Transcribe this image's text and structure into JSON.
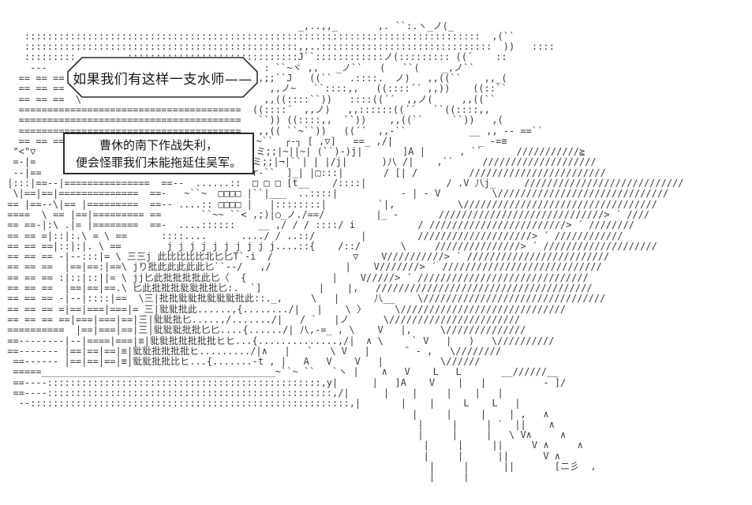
{
  "scene": {
    "bubble1": {
      "text": "如果我们有这样一支水师——"
    },
    "bubble2": {
      "line1": "曹休的南下作战失利，",
      "line2": "便会怪罪我们未能拖延住吴军。"
    }
  },
  "colors": {
    "background": "#ffffff",
    "ink": "#3a3a3a",
    "bubble_border": "#2b2b2b",
    "bubble_text": "#141414"
  },
  "ascii_art": {
    "lines": [
      "",
      "",
      "                                                    _,..,,_       ,. ``:.ヽ_ノ(_",
      "    ::::::::::::::::::::::::::::::::::::::::::::::::::::::::::::::::::::::::::::::::  ,(``",
      "    ::::::::::::::::::::::::::::::::::::::::::::::::,,..::::::::::::::::::::::::::::::  ))   ::::",
      "    :::::::::_________::::::::::::::::::::::::::::::J``::::::::::::ノ(::::::::: ((´    ::",
      "     ---                                    . : ``~ヾ ,,   _ノ``   (   ``(    _,ノ``",
      "   == == ==  |                              ,,;;``J   ((``   .::::.  ノ)   ,,((``    ,,_(",
      "   == == ==                               r``  ,,ノ~   ``::::,,   ((::::´´ ,,))    ((::``",
      "   == == ==  \\                            ´   ,,((::::``))   ::::((´´  ,,ノ(     ,,((``",
      "   =======================================  ((::::´  ,,ノ)   ,,::::::((´´   ``((::::,,",
      "   =======================================   ``)) ((::::,,  ``))    ,,((``     ``))   ,(",
      "   =======================================   ,,(( ``~``))   ((´´  ,,-``           __ ,, -- ==``",
      "   == == ==                                ミ~``  ┌‐┐ [ ,▽]   ==_ ,/|               _ -=≡",
      "  \"<\"▽                                     ミミ;;|~||~| (``)‐)j|       ]A |      , ``      ///////////≧",
      "  =-|=                                      ミ;;|¬|``| | |/j|      )八 /|    ,``     ////////////////////",
      "  --|==                                     r-``  ]_| |□:::|       / [| /         ////////////////////////",
      " |:::|==--|===============  ==--  ......::  □ □ □ [t__    /::::|              / .V 八j_     ////////////////////////////",
      "  \\|==|==|==============  ==-   ~``~  □□□□ |``|___  ..::::|           - | - V         \\//////////////////////////////",
      " == |==--\\|== |=========  ==-- ....:: □□□□ |   |::::::::|         `|,           \\//////////////////////////////////",
      " ====  \\ == |==|========= ==       ``~~ ``< ,;)|○_ノ./==/         |_ -       /////////////////////////////> ´ ////",
      " == ==-|:\\ .|= |========  ==-  ....::::::    __ ,/ / / ::::/ i           / ////////////////////////> ´ ////////",
      " == == =|::|:.\\ = \\ ==      ::::....      ..../ / ..::/        |         ////////////////////> ´ ////////////",
      " == == ==|::|:|. \\ ==        j j j j j j j j j j....::{    /::/       \\     ///////////////> ´ ////////////////////",
      " == == == -|--:::|= \\ 三三j 此比比比比北匕匕T`-i  /              ▽    V//////////> ´ /////////////////////////",
      " == == ==  |==|==:|==\\ jり批此此此此此匕``--/   ,/             |    V///////> ´ ////////////////////////////",
      " == == == :|::|::||= \\ jj匕此批批批批此匕〈  {               |    V/////> ´ //////////////////////////////",
      " == == ==  |==|==|==.\\ 匕此批批批豼豼批批匕:.  `]          |    |,   //////////////////////////////////////",
      " == == == -|--|::::|==  \\三|批批豼豼批豼豼豼批此::._,     \\   |      八__    \\////////////////////////////////",
      " == == == =|==|===|===|= 三|豼豼批此......,{......../|   |    \\ 〉     \\/////////////////////////////",
      " == == == ==|===|===|==|三|豼豼批匕.....,/......./|   / `   |ノ      \\///////////////////////",
      " ==========  |==|===|==|三|豼豼豼批批匕匕....{....../| 八,-=_ , \\    V   |,     \\//////////////",
      " ==--------|--|====|===|≡|豼豼批批批批批ヒヒ...{..............,/|  ∧ \\     ` V   |   )   \\//////////",
      " ==------- |==|==|==|≡|豼豼批批批批ヒ........./|∧   |   `   \\ V   |      ¯ ‐ ,   \\////////",
      "  ==------ |==|==|==|≡|豼豼批批比ヒ...{.......-t , |   A   V    V   |          \\//////",
      "  =====_________________________________________~``~ ``   `ヽ |    ∧   V    L   L       __//////__",
      "  ==----::::::::::::::::::::::::::::::::::::::::::::::::,y|      |   ]A    V    |   |          - ]/",
      "  ==----::::::::::::::::::::::::::::::::::::::::::::::::::,/|      |    |     |    |   |",
      "   --::::::::::::::::::::::::::::::::::::::::::::::::::::::::,|       |    |     L    L   |",
      "                                                                        |     |     |    | ,   ∧",
      "                                                                         |     |     | `  ||    ∧",
      "                                                                         |     |     |   \\ V∧     ∧",
      "                                                                          |     |     ||     V ∧     ∧",
      "                                                                          |     |      ||      V ∧",
      "                                                                           |     |      ||       [ニ彡  ,",
      "                                                                           |     |"
    ]
  }
}
